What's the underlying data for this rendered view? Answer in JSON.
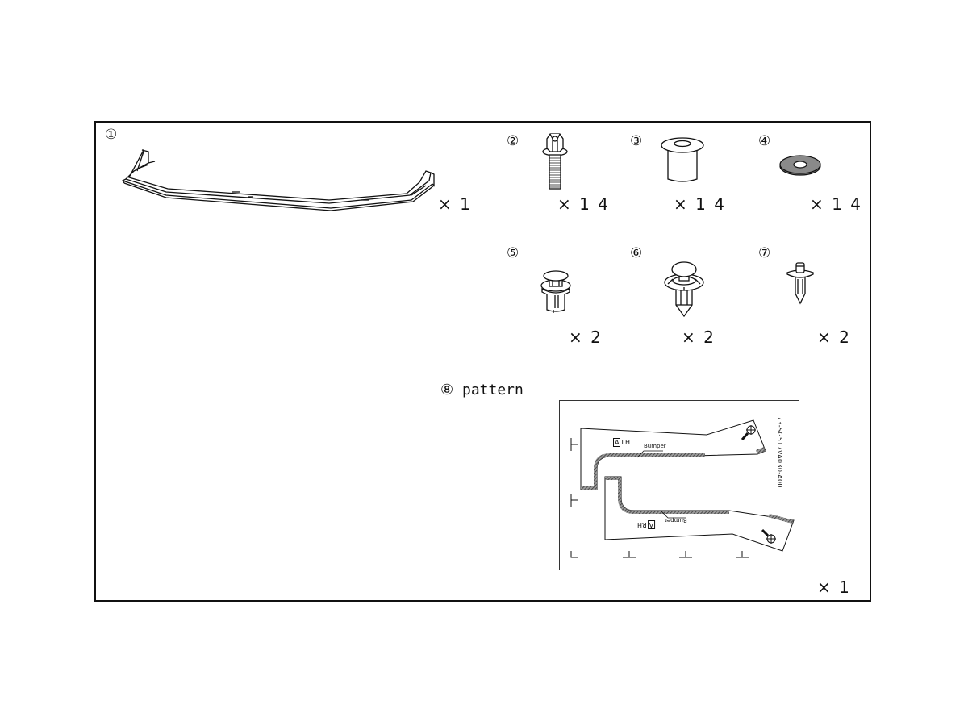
{
  "parts": [
    {
      "index": "①",
      "name": "front-lip-spoiler",
      "quantity": "× 1"
    },
    {
      "index": "②",
      "name": "flange-bolt",
      "quantity": "× 1 4"
    },
    {
      "index": "③",
      "name": "collar-bushing",
      "quantity": "× 1 4"
    },
    {
      "index": "④",
      "name": "washer",
      "quantity": "× 1 4"
    },
    {
      "index": "⑤",
      "name": "push-clip-a",
      "quantity": "× 2"
    },
    {
      "index": "⑥",
      "name": "push-clip-b",
      "quantity": "× 2"
    },
    {
      "index": "⑦",
      "name": "push-rivet",
      "quantity": "× 2"
    },
    {
      "index": "⑧",
      "name": "pattern",
      "label": "pattern",
      "quantity": "× 1"
    }
  ],
  "pattern_sheet": {
    "code": "73-SG517VA030-A00",
    "lh_tag": "A",
    "lh_label": "LH",
    "rh_tag": "A",
    "rh_label": "RH",
    "bumper_label_lh": "Bumper",
    "bumper_label_rh": "Bumper"
  },
  "colors": {
    "line": "#111111",
    "washer_fill": "#8a8a8a",
    "hatch": "#555555"
  }
}
